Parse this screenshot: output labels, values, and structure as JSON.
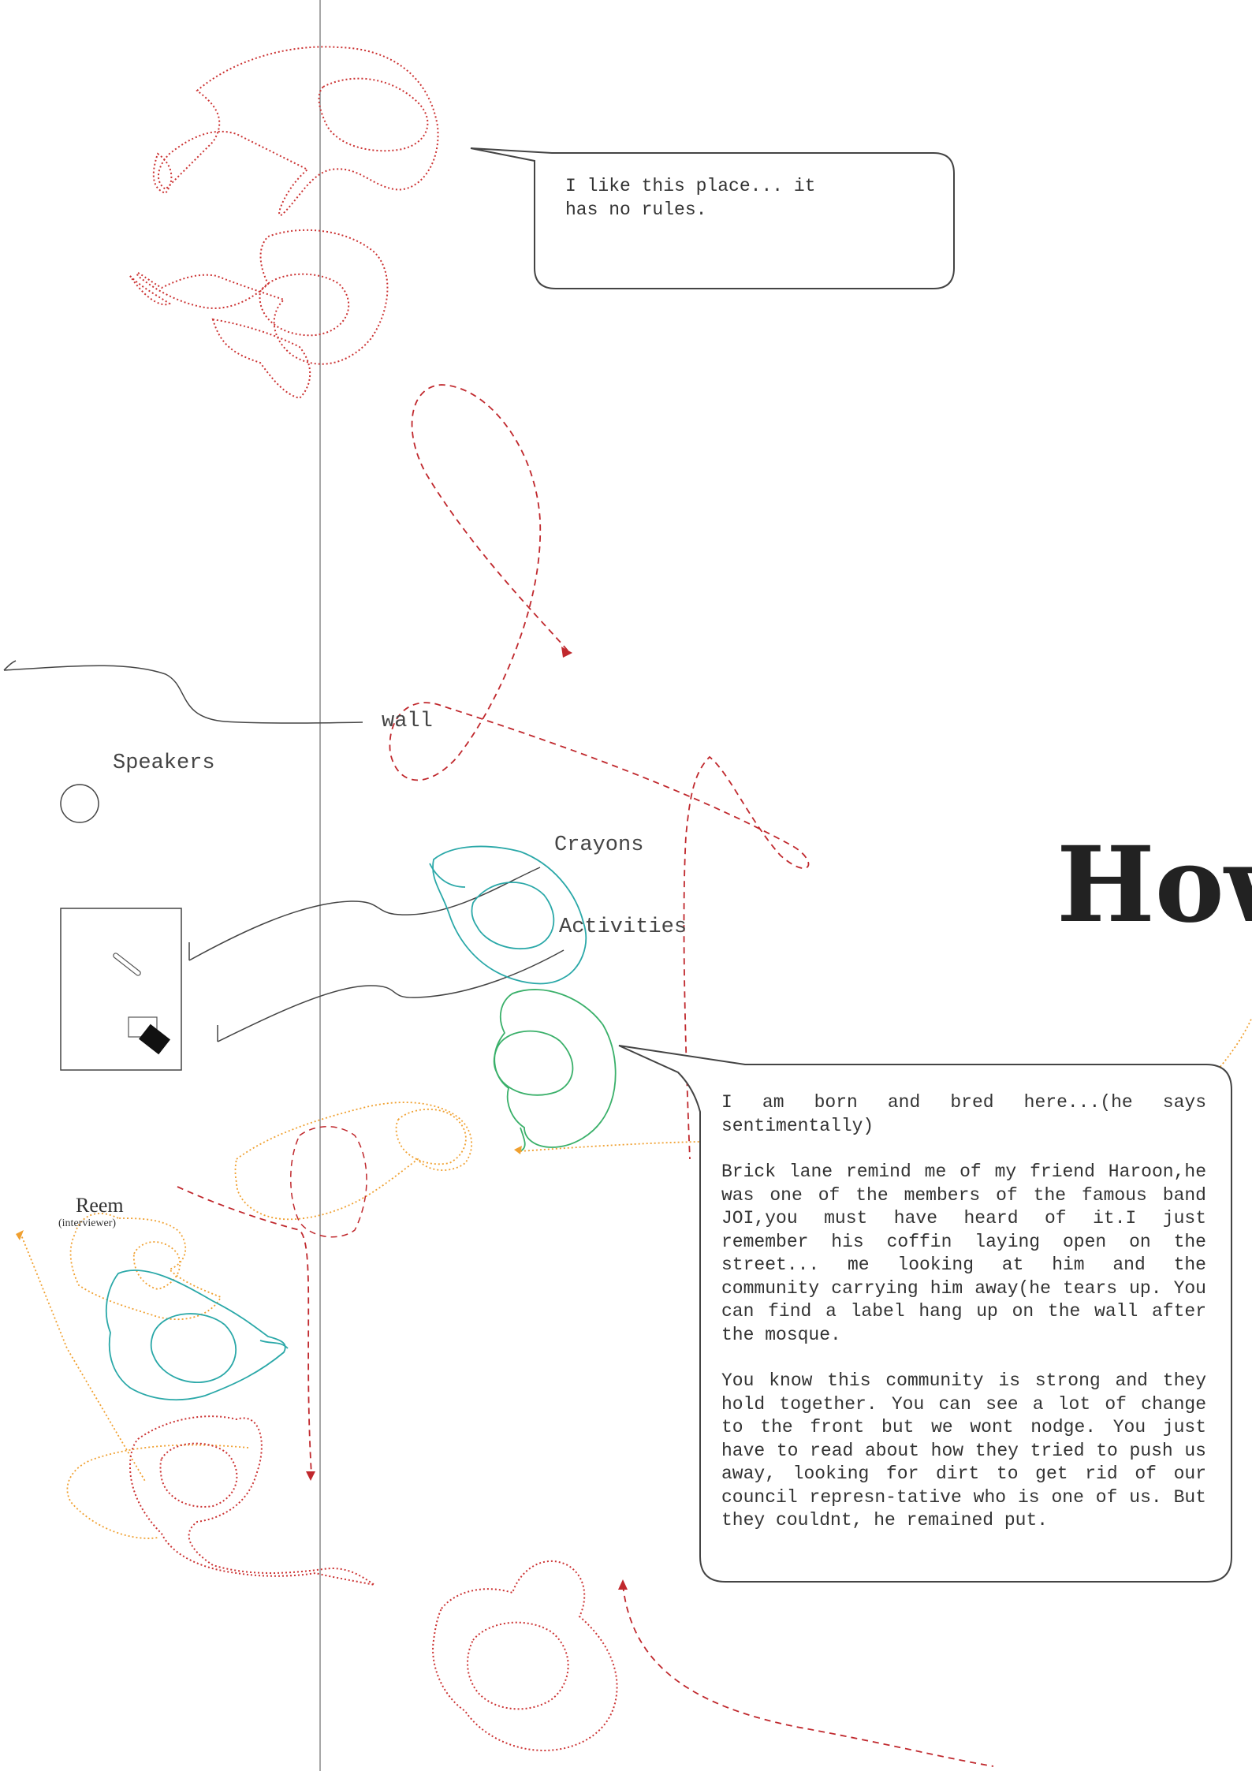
{
  "bubbles": {
    "top": {
      "text": "I like this place... it\nhas no rules."
    },
    "main": {
      "paragraphs": [
        "I am born and bred here...(he says sentimentally)",
        "Brick lane remind me of my friend Haroon,he was one of the members of the famous band JOI,you must have heard of it.I just remember his coffin laying open on the street... me looking at him and the community carrying him away(he tears up. You can find a label hang up on the wall after the mosque.",
        "You know this community is strong and they hold together. You can see a lot of change to the front but we wont nodge. You just have to read about how they tried to push us away, looking for dirt to get rid of our council represn-tative who is one of us. But they couldnt, he remained put."
      ]
    }
  },
  "labels": {
    "wall": "wall",
    "speakers": "Speakers",
    "crayons": "Crayons",
    "activities": "Activities",
    "reem": "Reem",
    "reem_role": "(interviewer)"
  },
  "title_fragment": "How",
  "colors": {
    "red_dotted": "#cc3333",
    "red_dashed": "#c0282d",
    "teal": "#2aa8a8",
    "green": "#3ab06a",
    "orange": "#f0a030",
    "outline": "#444444",
    "divider": "#888888"
  }
}
